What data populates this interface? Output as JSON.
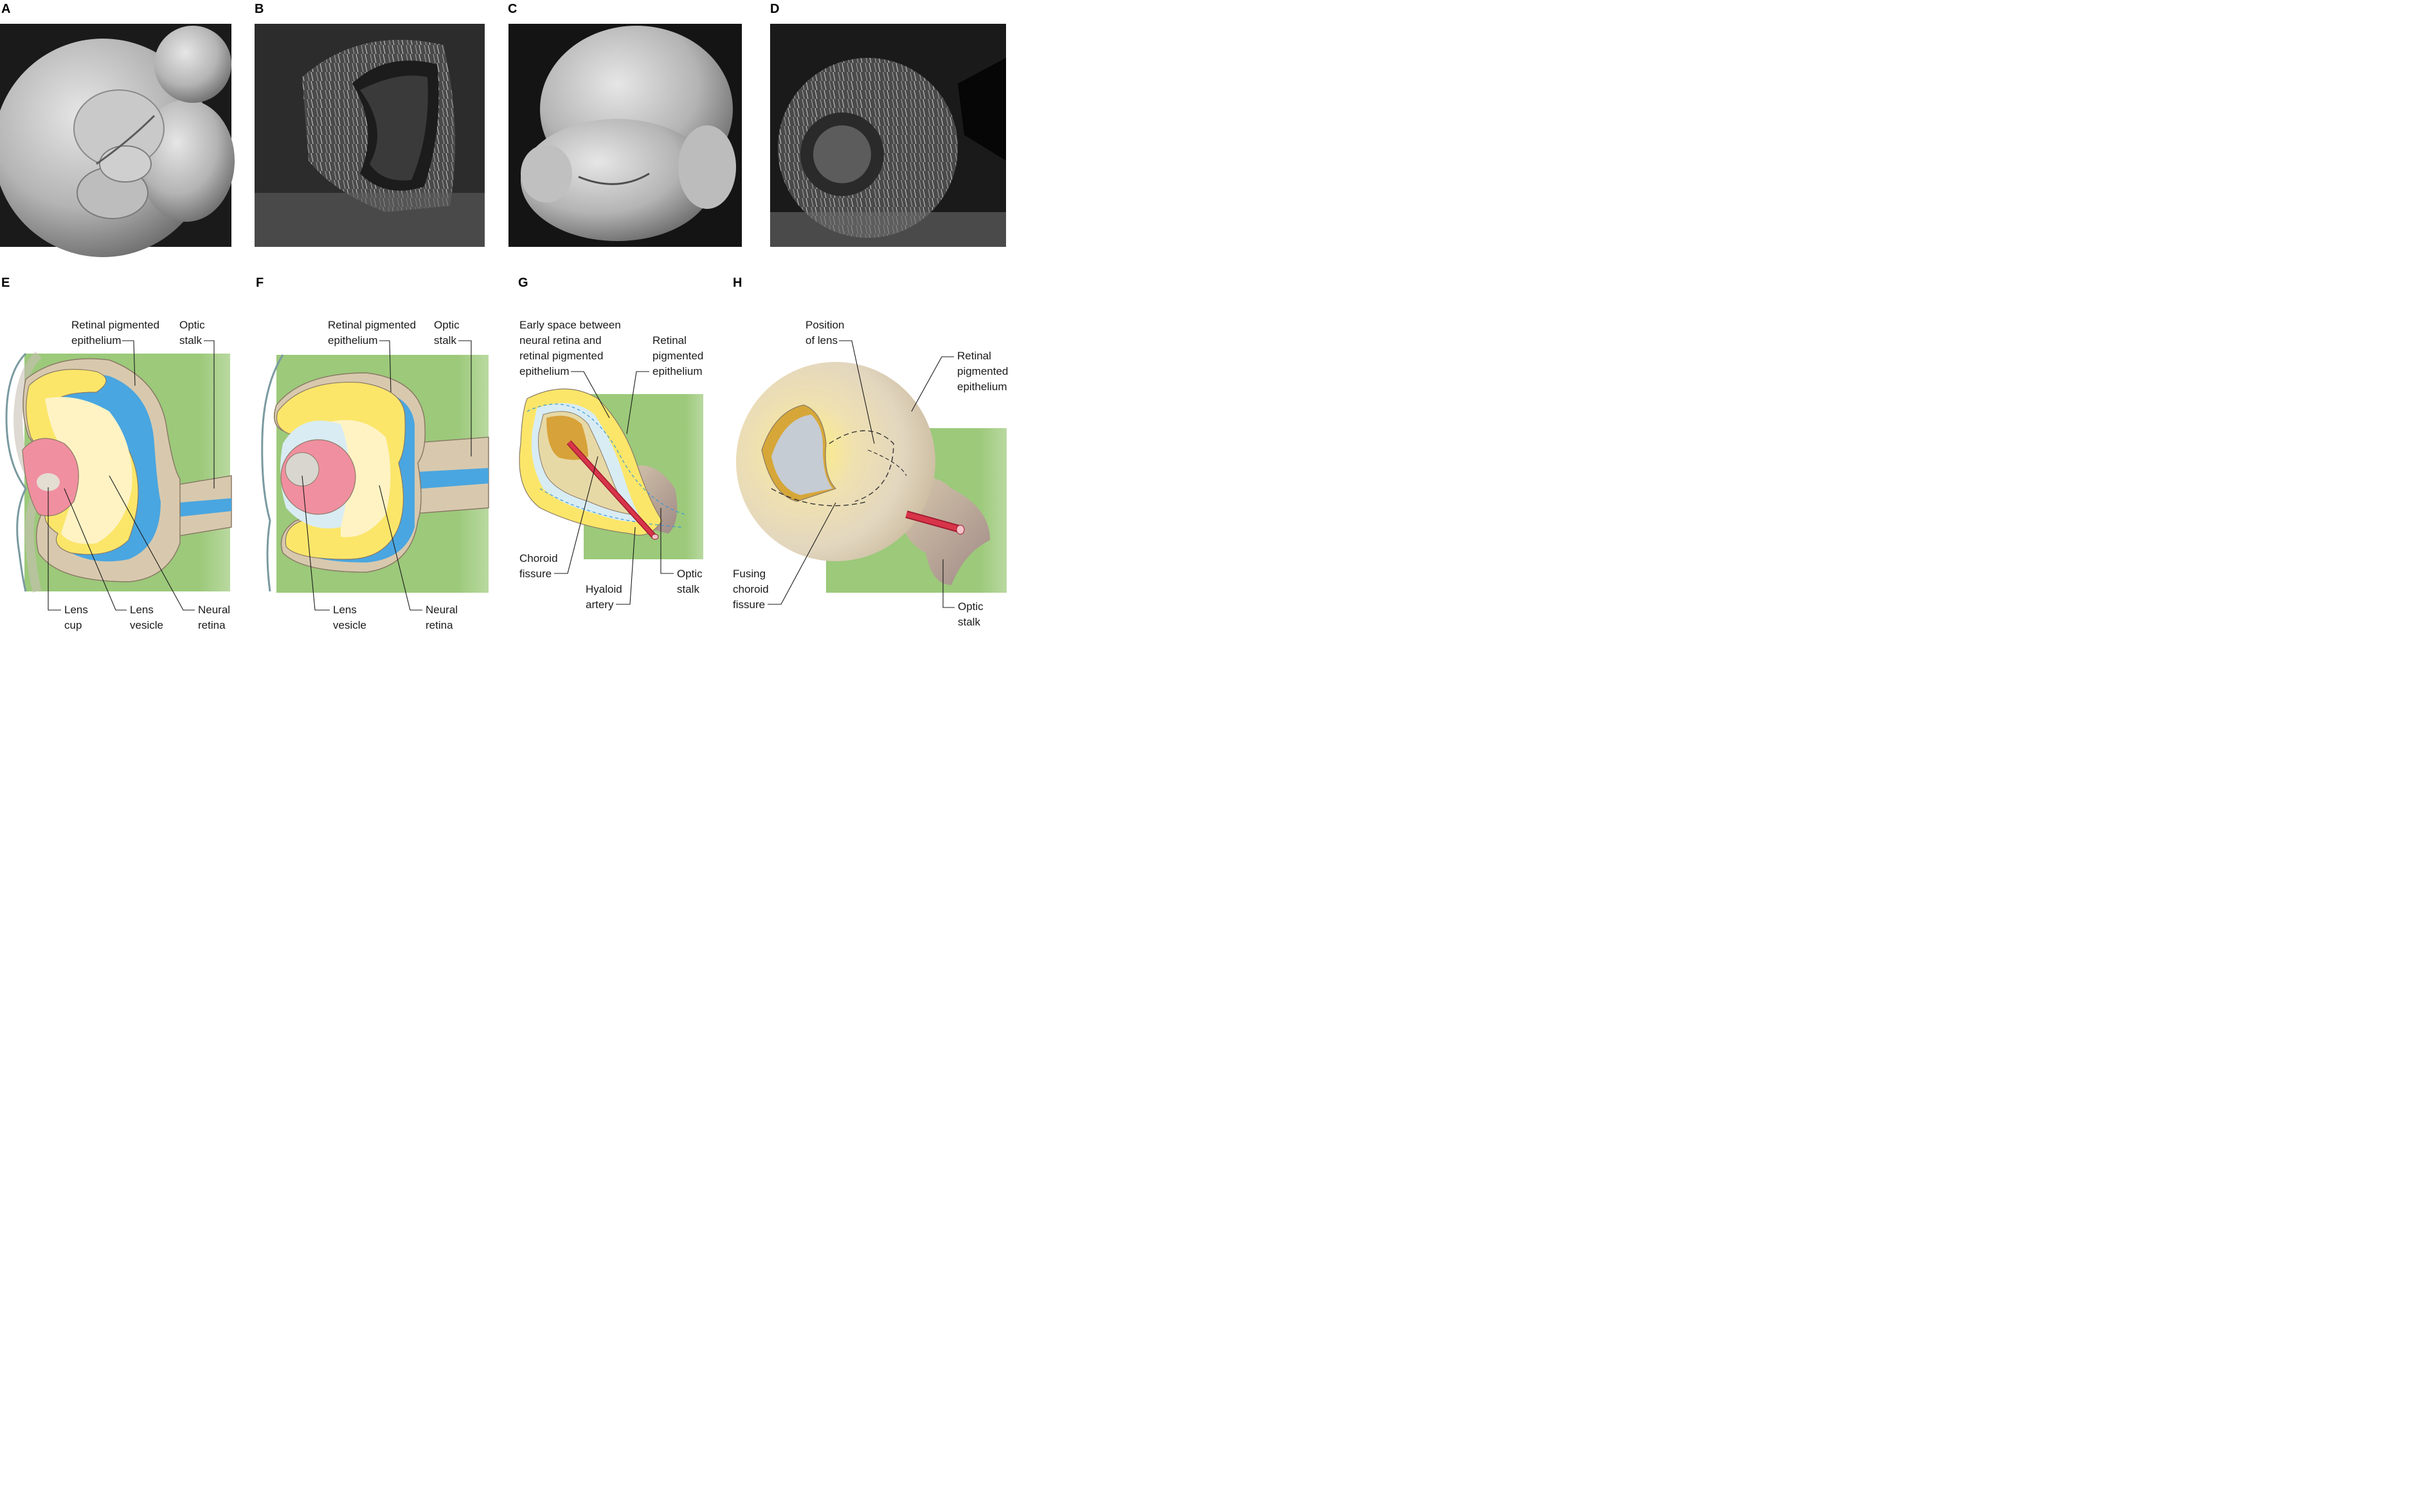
{
  "panels": {
    "a": "A",
    "b": "B",
    "c": "C",
    "d": "D",
    "e": "E",
    "f": "F",
    "g": "G",
    "h": "H"
  },
  "labels": {
    "e_rpe": [
      "Retinal pigmented",
      "epithelium"
    ],
    "e_stalk": [
      "Optic",
      "stalk"
    ],
    "e_cup": [
      "Lens",
      "cup"
    ],
    "e_vesicle": [
      "Lens",
      "vesicle"
    ],
    "e_retina": [
      "Neural",
      "retina"
    ],
    "f_rpe": [
      "Retinal pigmented",
      "epithelium"
    ],
    "f_stalk": [
      "Optic",
      "stalk"
    ],
    "f_vesicle": [
      "Lens",
      "vesicle"
    ],
    "f_retina": [
      "Neural",
      "retina"
    ],
    "g_space": [
      "Early space between",
      "neural retina and",
      "retinal pigmented",
      "epithelium"
    ],
    "g_rpe": [
      "Retinal",
      "pigmented",
      "epithelium"
    ],
    "g_choroid": [
      "Choroid",
      "fissure"
    ],
    "g_hyaloid": [
      "Hyaloid",
      "artery"
    ],
    "g_stalk": [
      "Optic",
      "stalk"
    ],
    "h_lens": [
      "Position",
      "of lens"
    ],
    "h_rpe": [
      "Retinal",
      "pigmented",
      "epithelium"
    ],
    "h_fissure": [
      "Fusing",
      "choroid",
      "fissure"
    ],
    "h_stalk": [
      "Optic",
      "stalk"
    ]
  },
  "colors": {
    "background_green": "#9cc97a",
    "neural_retina_yellow": "#fbe66a",
    "retina_inner": "#fff3c4",
    "ventricle_blue": "#4aa6e0",
    "rpe_tan": "#d8c9ae",
    "lens_pink": "#f08f9f",
    "artery_red": "#d8344a"
  }
}
